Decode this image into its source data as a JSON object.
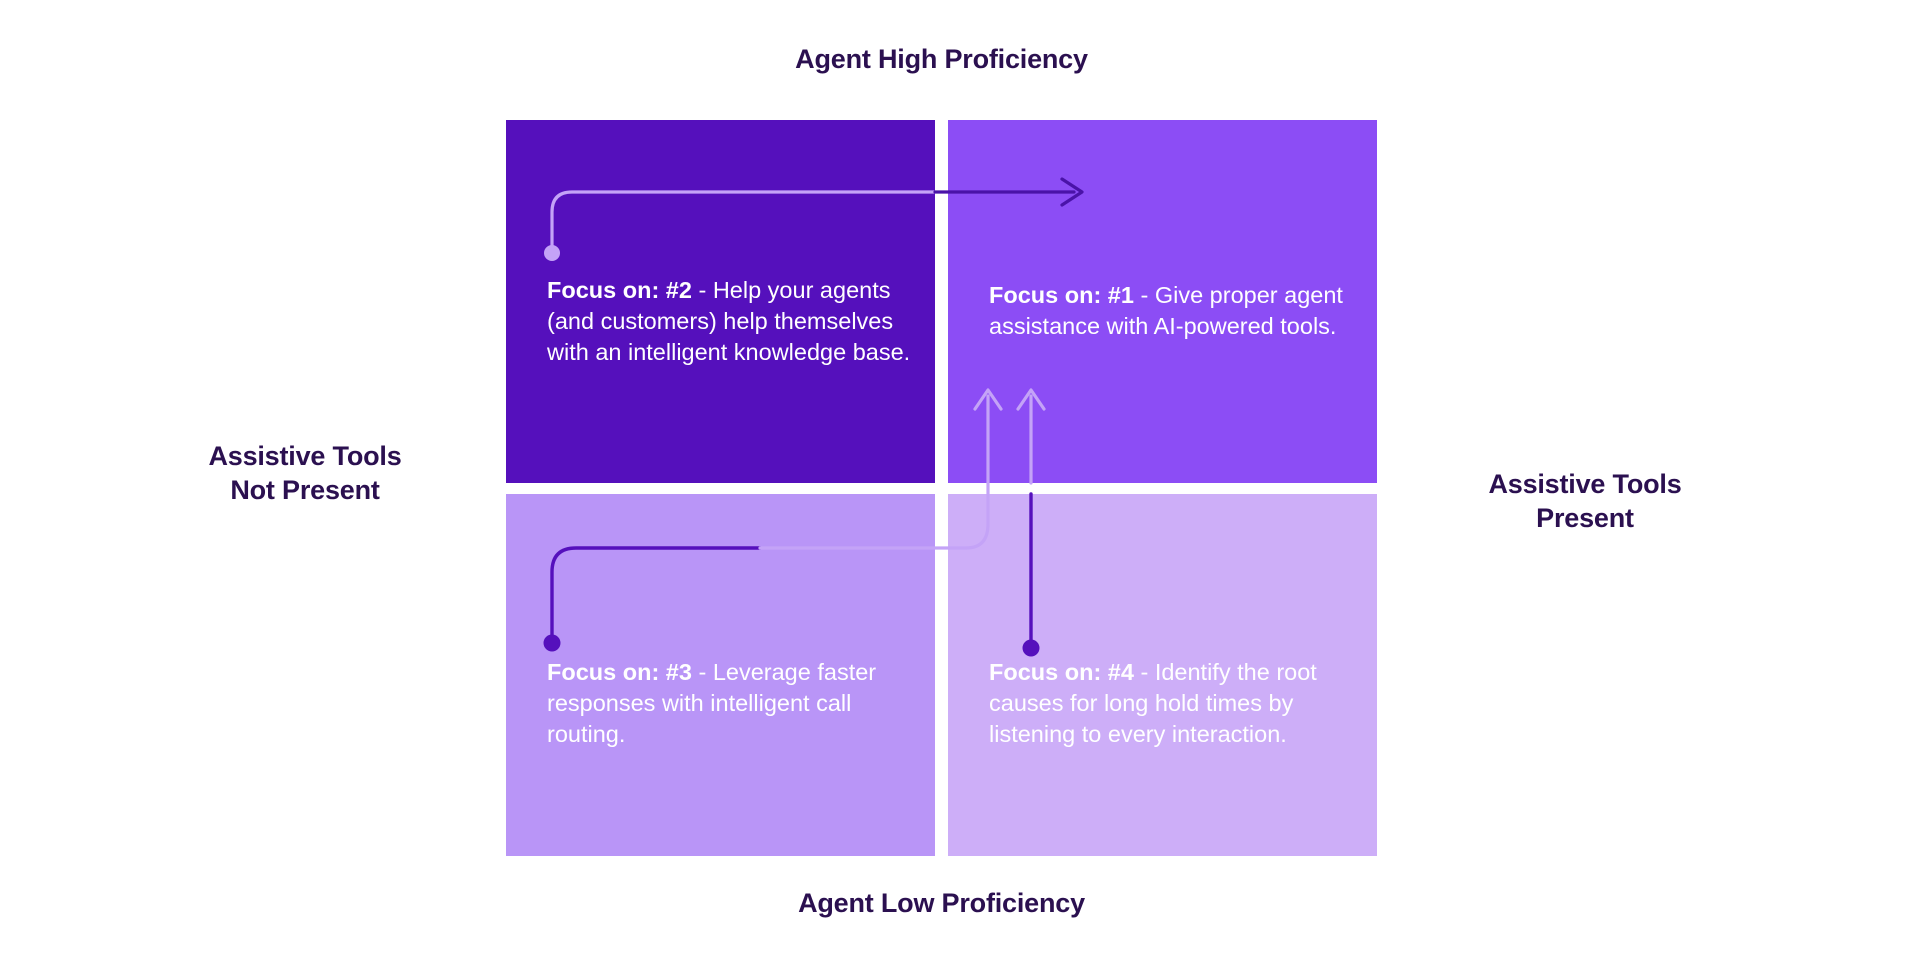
{
  "diagram": {
    "type": "2x2-matrix",
    "axes": {
      "top": "Agent High Proficiency",
      "bottom": "Agent Low Proficiency",
      "left": "Assistive Tools\nNot Present",
      "right": "Assistive Tools\nPresent"
    },
    "colors": {
      "quadrant_top_left": "#5510BC",
      "quadrant_top_right": "#8C4DF5",
      "quadrant_bottom_left": "#B995F7",
      "quadrant_bottom_right": "#CDAEF8",
      "label_text": "#2B1050",
      "quadrant_text": "#FFFFFF",
      "connector_dark": "#5510BC",
      "connector_light": "#C4A3F7"
    },
    "quadrants": [
      {
        "id": "top-left",
        "position": "Agent High Proficiency / Assistive Tools Not Present",
        "lead": "Focus on: #2",
        "body": " - Help your agents (and customers) help themselves with an intelligent knowledge base.",
        "priority": 2
      },
      {
        "id": "top-right",
        "position": "Agent High Proficiency / Assistive Tools Present",
        "lead": "Focus on: #1",
        "body": " - Give proper agent assistance with AI-powered tools.",
        "priority": 1
      },
      {
        "id": "bottom-left",
        "position": "Agent Low Proficiency / Assistive Tools Not Present",
        "lead": "Focus on: #3",
        "body": " - Leverage faster responses with intelligent call routing.",
        "priority": 3
      },
      {
        "id": "bottom-right",
        "position": "Agent Low Proficiency / Assistive Tools Present",
        "lead": "Focus on: #4",
        "body": " - Identify the root causes for long hold times by listening to every interaction.",
        "priority": 4
      }
    ],
    "connectors": [
      {
        "id": "from-q2-to-right",
        "from": "top-left",
        "to": "top-right",
        "marker_start": "dot",
        "marker_end": "arrow"
      },
      {
        "id": "from-q3-to-q1",
        "from": "bottom-left",
        "to": "top-right",
        "marker_start": "dot",
        "marker_end": "arrow"
      },
      {
        "id": "from-q4-to-q1",
        "from": "bottom-right",
        "to": "top-right",
        "marker_start": "dot",
        "marker_end": "arrow"
      }
    ]
  }
}
